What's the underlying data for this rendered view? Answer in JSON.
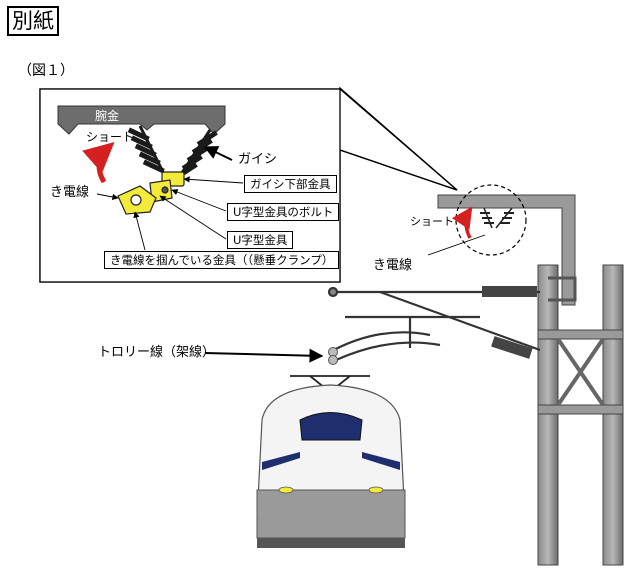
{
  "header": {
    "title": "別紙"
  },
  "figure_number": "（図１）",
  "inset": {
    "arm_label": "腕金",
    "short_label": "ショート",
    "insulator_label": "ガイシ",
    "wire_label": "き電線"
  },
  "callouts": [
    {
      "id": "insulator-bottom-fitting",
      "text": "ガイシ下部金具"
    },
    {
      "id": "u-fitting-bolt",
      "text": "U字型金具のボルト"
    },
    {
      "id": "u-fitting",
      "text": "U字型金具"
    },
    {
      "id": "suspension-clamp",
      "text": "き電線を掴んでいる金具（（懸垂クランプ）"
    }
  ],
  "overview": {
    "short_label": "ショート",
    "wire_label": "き電線",
    "trolley_label": "トロリー線（架線）"
  },
  "colors": {
    "fitting": "#f3ea3a",
    "arrow": "#d42020",
    "structure": "#6b6b6b"
  }
}
